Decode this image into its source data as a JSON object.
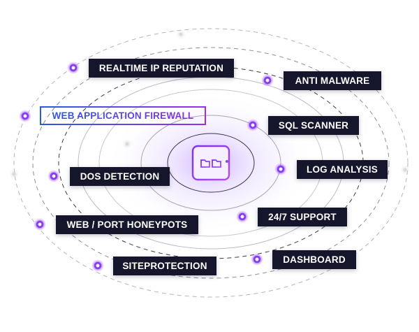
{
  "features": [
    {
      "id": "realtime-ip-reputation",
      "label": "REALTIME IP REPUTATION"
    },
    {
      "id": "anti-malware",
      "label": "ANTI MALWARE"
    },
    {
      "id": "web-application-firewall",
      "label": "WEB APPLICATION FIREWALL",
      "highlight": true
    },
    {
      "id": "sql-scanner",
      "label": "SQL SCANNER"
    },
    {
      "id": "log-analysis",
      "label": "LOG ANALYSIS"
    },
    {
      "id": "dos-detection",
      "label": "DOS DETECTION"
    },
    {
      "id": "24-7-support",
      "label": "24/7 SUPPORT"
    },
    {
      "id": "web-port-honeypots",
      "label": "WEB / PORT HONEYPOTS"
    },
    {
      "id": "dashboard",
      "label": "DASHBOARD"
    },
    {
      "id": "siteprotection",
      "label": "SITEPROTECTION"
    }
  ],
  "center_icon": "server-firewall-icon",
  "colors": {
    "label_bg": "#15152b",
    "accent": "#8a3cf0",
    "highlight_start": "#2a5bd8",
    "highlight_end": "#9b2fe6"
  }
}
